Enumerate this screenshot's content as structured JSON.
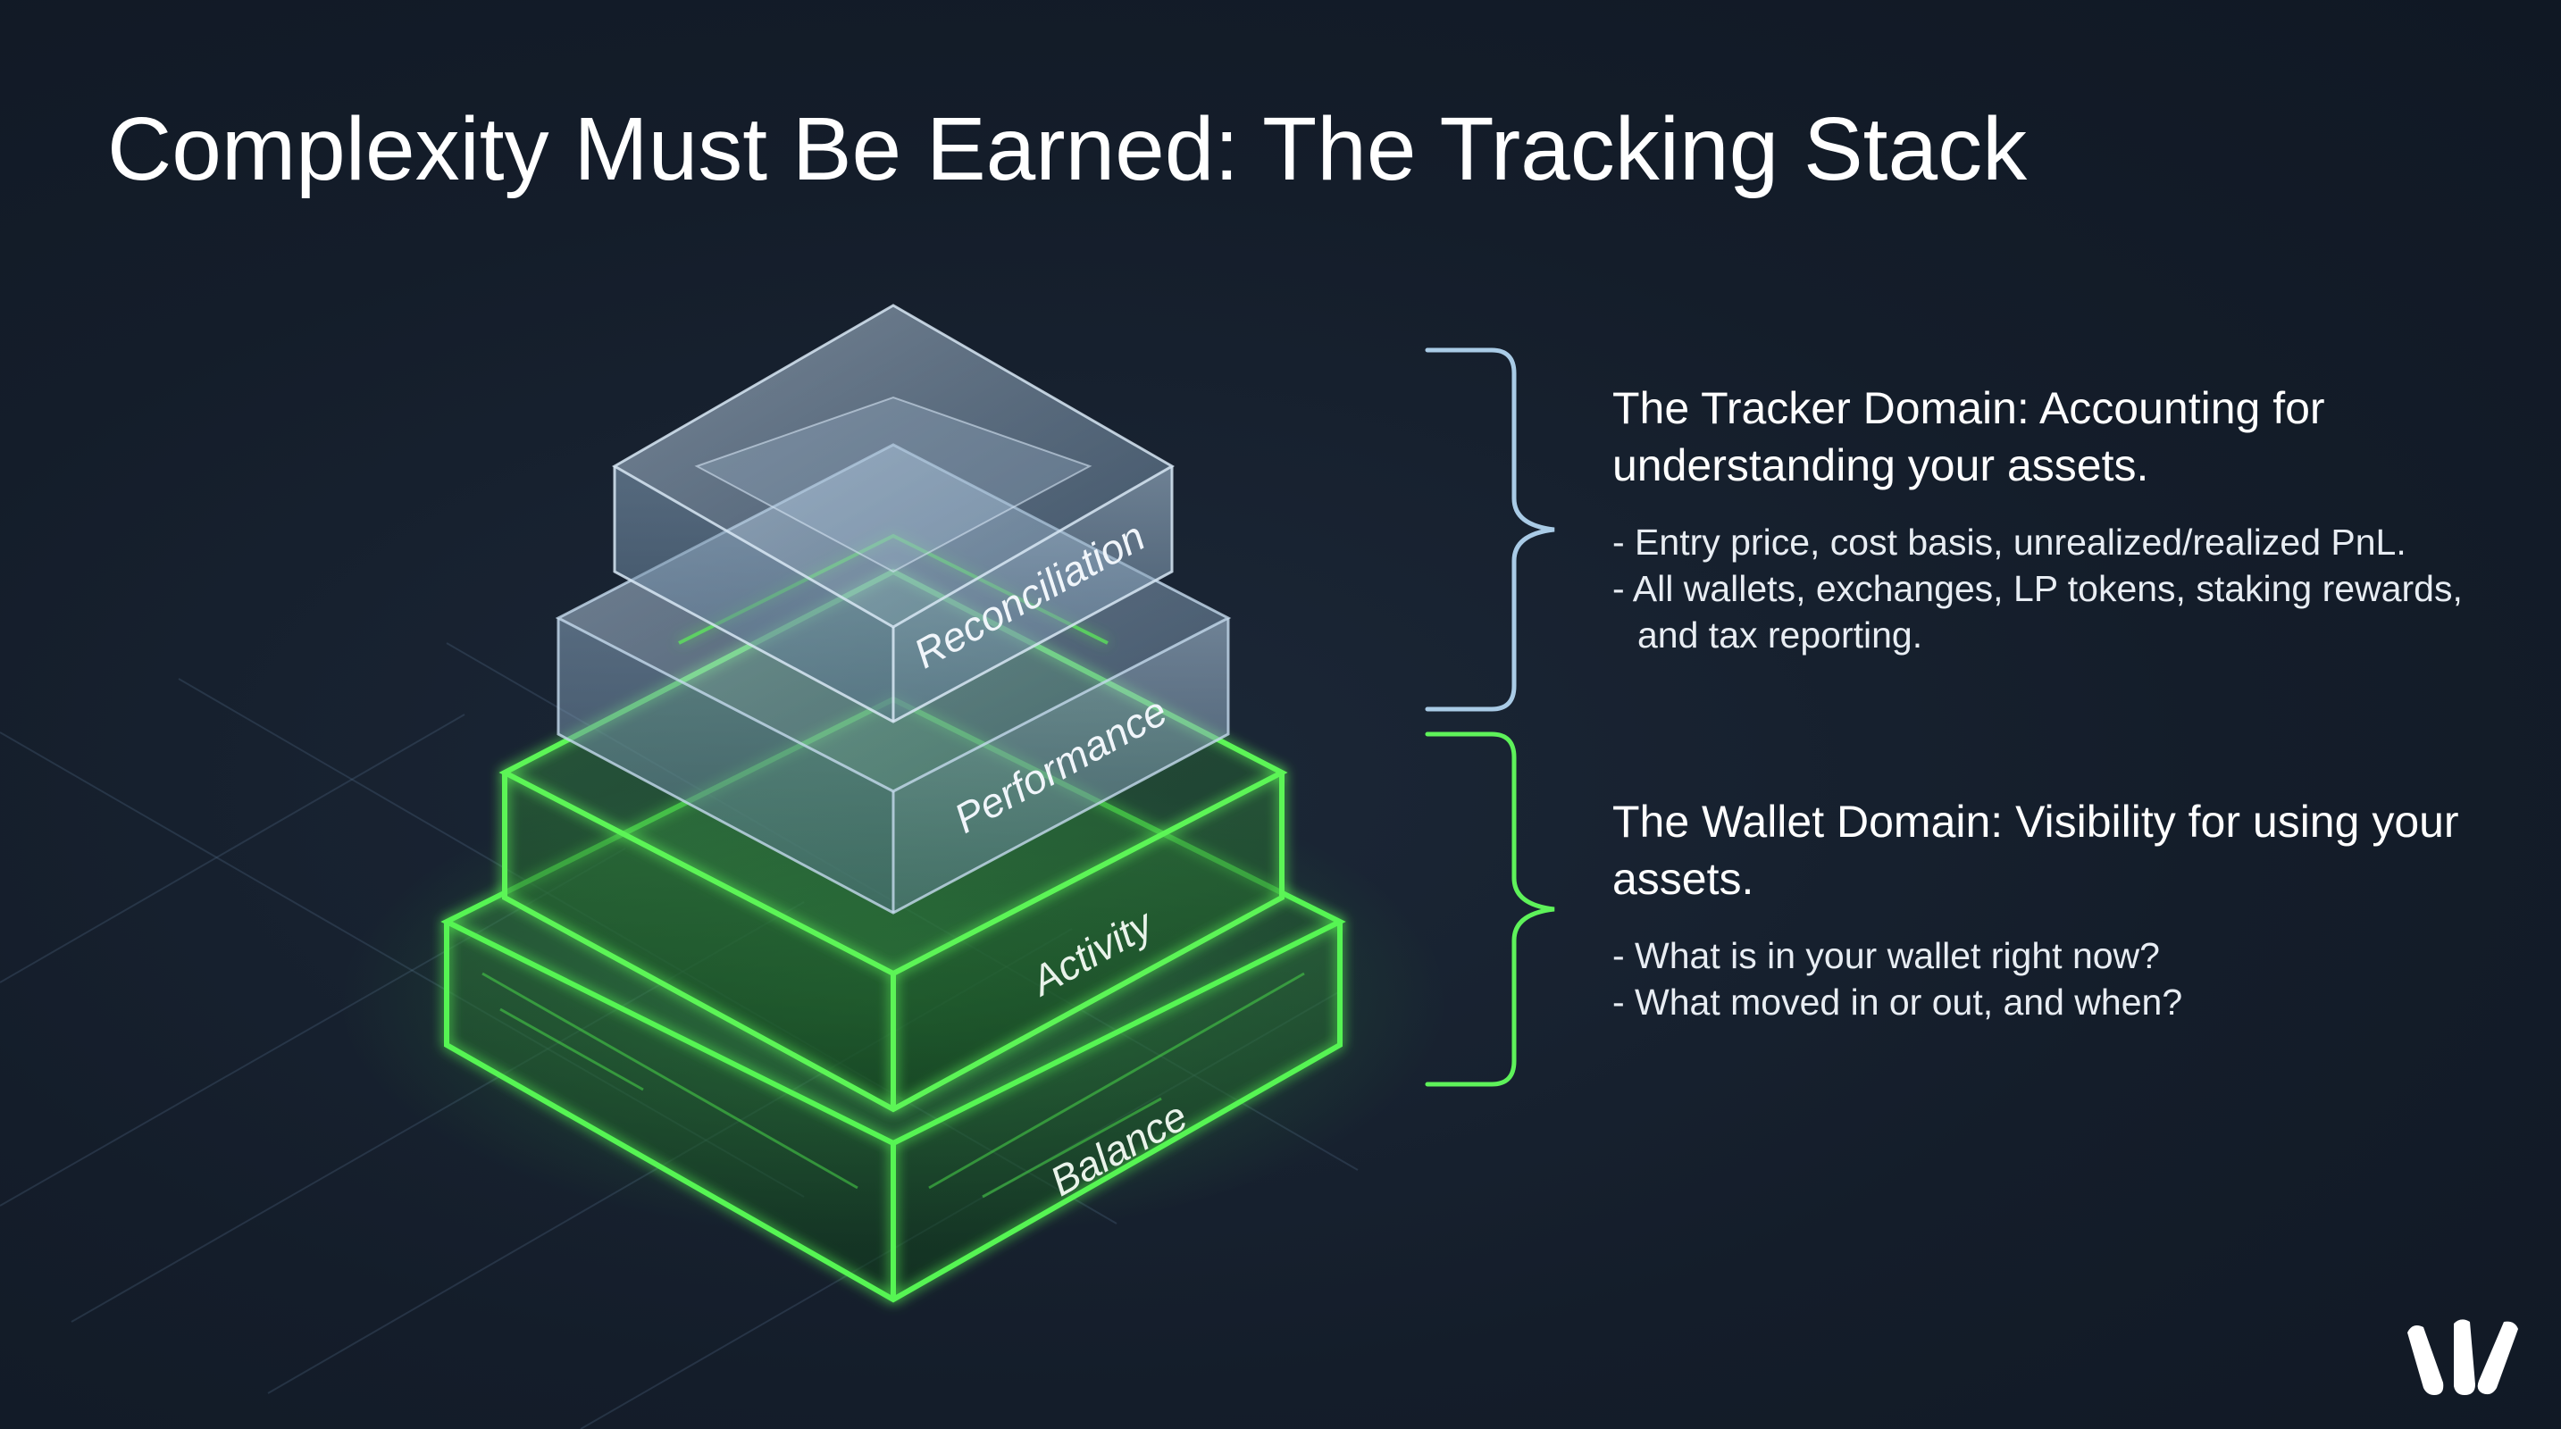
{
  "title": "Complexity Must Be Earned: The Tracking Stack",
  "layers": [
    {
      "label": "Reconciliation",
      "domain": "tracker"
    },
    {
      "label": "Performance",
      "domain": "tracker"
    },
    {
      "label": "Activity",
      "domain": "wallet"
    },
    {
      "label": "Balance",
      "domain": "wallet"
    }
  ],
  "tracker_domain": {
    "heading": "The Tracker Domain: Accounting for understanding your assets.",
    "items": [
      "Entry price, cost basis, unrealized/realized PnL.",
      "All wallets, exchanges, LP tokens, staking rewards, and tax reporting."
    ]
  },
  "wallet_domain": {
    "heading": "The Wallet Domain: Visibility for using your assets.",
    "items": [
      "What is in your wallet right now?",
      "What moved in or out, and when?"
    ]
  },
  "colors": {
    "background": "#141d2a",
    "wallet_green": "#4cf04a",
    "tracker_blue": "#9fc3e4",
    "text": "#ffffff"
  },
  "logo": "brand-logo-icon"
}
